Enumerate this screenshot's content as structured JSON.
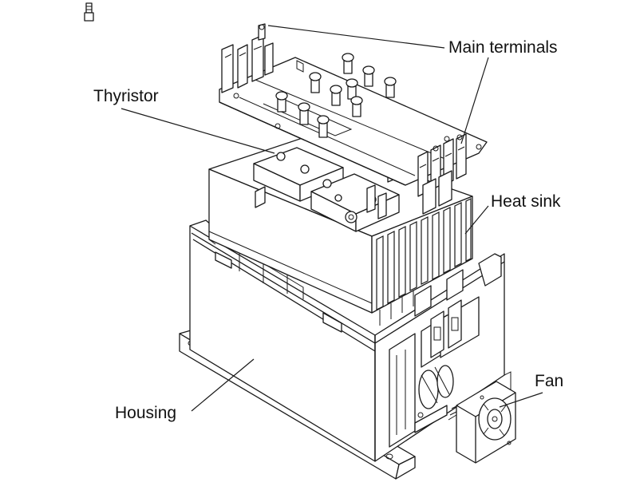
{
  "diagram": {
    "labels": {
      "main_terminals": "Main terminals",
      "thyristor": "Thyristor",
      "heat_sink": "Heat sink",
      "fan": "Fan",
      "housing": "Housing"
    }
  }
}
